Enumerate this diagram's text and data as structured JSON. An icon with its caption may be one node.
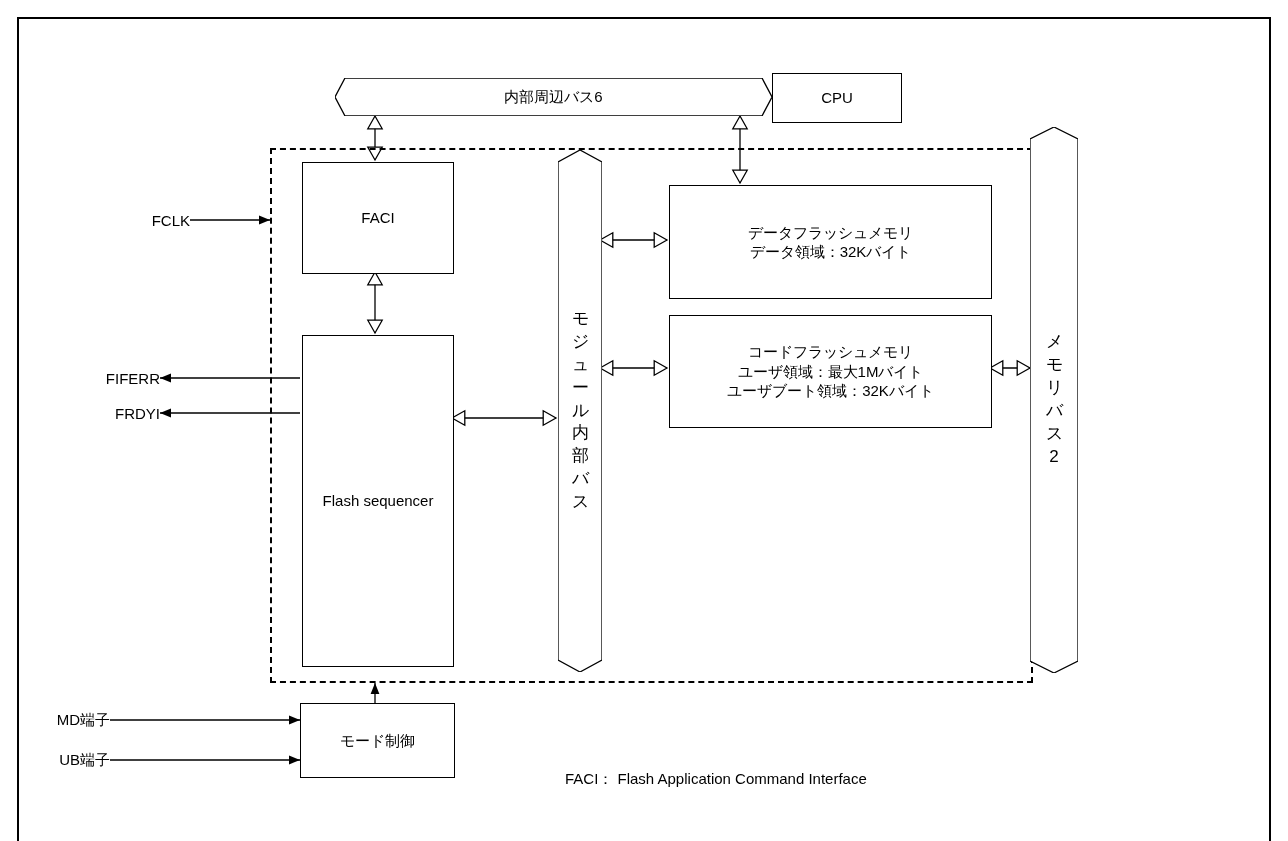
{
  "diagram": {
    "nodes": [
      {
        "text": [
          "内部周辺バス6"
        ]
      },
      {
        "text": [
          "CPU"
        ]
      },
      {
        "text": [],
        "shape": "box"
      },
      {
        "text": [
          "FCLK"
        ]
      },
      {
        "text": [
          "FACI"
        ],
        "in": 2
      },
      {
        "text": [
          "モジュール内部バス"
        ],
        "in": 2
      },
      {
        "text": [
          "データフラッシュメモリ",
          "データ領域：32Kバイト"
        ],
        "in": 2
      },
      {
        "text": [
          "コードフラッシュメモリ",
          "ユーザ領域：最大1Mバイト",
          "ユーザブート領域：32Kバイト"
        ],
        "in": 2
      },
      {
        "text": [
          "メモリバス2"
        ]
      },
      {
        "text": [
          "FIFERR"
        ]
      },
      {
        "text": [
          "FRDYI"
        ]
      },
      {
        "text": [
          "Flash sequencer"
        ],
        "in": 2
      },
      {
        "text": [
          "MD端子"
        ]
      },
      {
        "text": [
          "UB端子"
        ]
      },
      {
        "text": [
          "モード制御"
        ]
      }
    ],
    "edges": [
      {
        "from": 0,
        "to": 4,
        "arrow": "both"
      },
      {
        "from": 0,
        "to": 6,
        "arrow": "both"
      },
      {
        "from": 3,
        "to": 2,
        "arrow": "to"
      },
      {
        "from": 4,
        "to": 11,
        "arrow": "both"
      },
      {
        "from": 11,
        "to": 5,
        "arrow": "both"
      },
      {
        "from": 5,
        "to": 6,
        "arrow": "both"
      },
      {
        "from": 5,
        "to": 7,
        "arrow": "both"
      },
      {
        "from": 7,
        "to": 8,
        "arrow": "both"
      },
      {
        "from": 11,
        "to": 9,
        "arrow": "to"
      },
      {
        "from": 11,
        "to": 10,
        "arrow": "to"
      },
      {
        "from": 12,
        "to": 14,
        "arrow": "to"
      },
      {
        "from": 13,
        "to": 14,
        "arrow": "to"
      },
      {
        "from": 14,
        "to": 2,
        "arrow": "to"
      }
    ],
    "labels": [
      "FACI： Flash Application Command Interface"
    ]
  }
}
